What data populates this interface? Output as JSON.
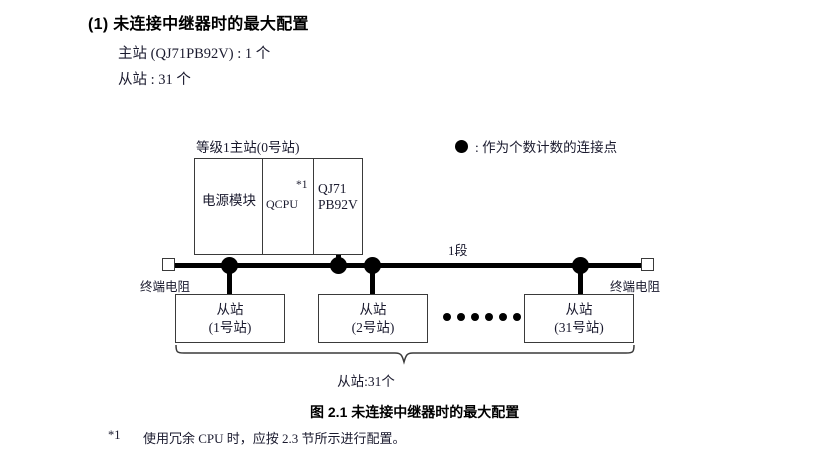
{
  "heading": {
    "number_title": "(1) 未连接中继器时的最大配置",
    "line1": "主站 (QJ71PB92V) : 1 个",
    "line2": "从站 : 31 个"
  },
  "legend": {
    "symbol": "filled-circle",
    "text": ": 作为个数计数的连接点"
  },
  "diagram": {
    "master": {
      "label": "等级1主站(0号站)",
      "cells": [
        {
          "name": "power-supply-module",
          "text": "电源模块"
        },
        {
          "name": "qcpu-module",
          "text": "QCPU",
          "footnote_mark": "*1"
        },
        {
          "name": "qj71pb92v-module",
          "line1": "QJ71",
          "line2": "PB92V"
        }
      ]
    },
    "bus": {
      "segment_label": "1段",
      "terminator_left": "终端电阻",
      "terminator_right": "终端电阻",
      "node_count": 4
    },
    "slaves": [
      {
        "title": "从站",
        "station": "(1号站)"
      },
      {
        "title": "从站",
        "station": "(2号站)"
      },
      {
        "title": "从站",
        "station": "(31号站)"
      }
    ],
    "ellipsis_dots": 6,
    "total_label": "从站:31个"
  },
  "caption": "图 2.1  未连接中继器时的最大配置",
  "footnote": {
    "mark": "*1",
    "text": "使用冗余 CPU 时，应按 2.3 节所示进行配置。"
  },
  "colors": {
    "ink": "#1a1a2e",
    "line": "#3a3a3a",
    "black": "#000000",
    "background": "#ffffff"
  }
}
